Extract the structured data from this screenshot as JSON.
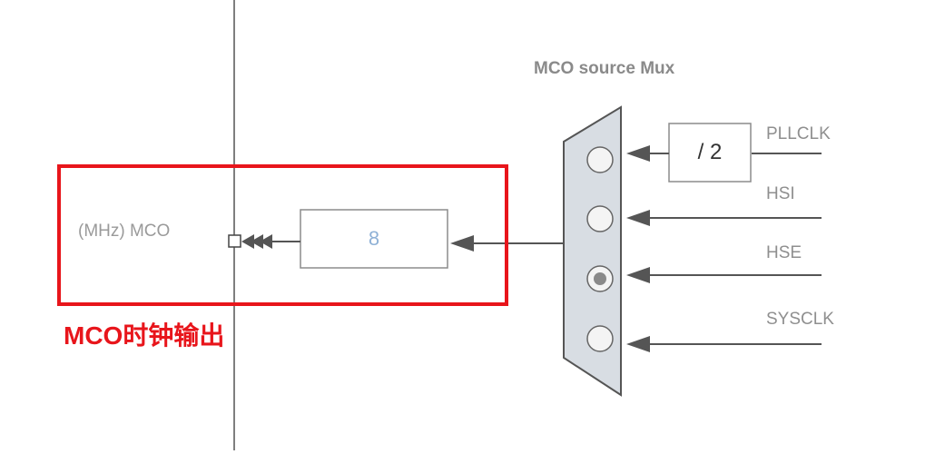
{
  "mux": {
    "title": "MCO source Mux",
    "sources": [
      {
        "label": "PLLCLK",
        "selected": false
      },
      {
        "label": "HSI",
        "selected": false
      },
      {
        "label": "HSE",
        "selected": true
      },
      {
        "label": "SYSCLK",
        "selected": false
      }
    ]
  },
  "divider": {
    "label": "/ 2"
  },
  "output": {
    "label": "(MHz) MCO",
    "value": "8"
  },
  "annotation": {
    "text": "MCO时钟输出"
  },
  "colors": {
    "line": "#555555",
    "mux_fill": "#d8dde3",
    "box_border": "#8c8c8c",
    "value_text": "#8fb1d6",
    "highlight": "#e8151b"
  }
}
